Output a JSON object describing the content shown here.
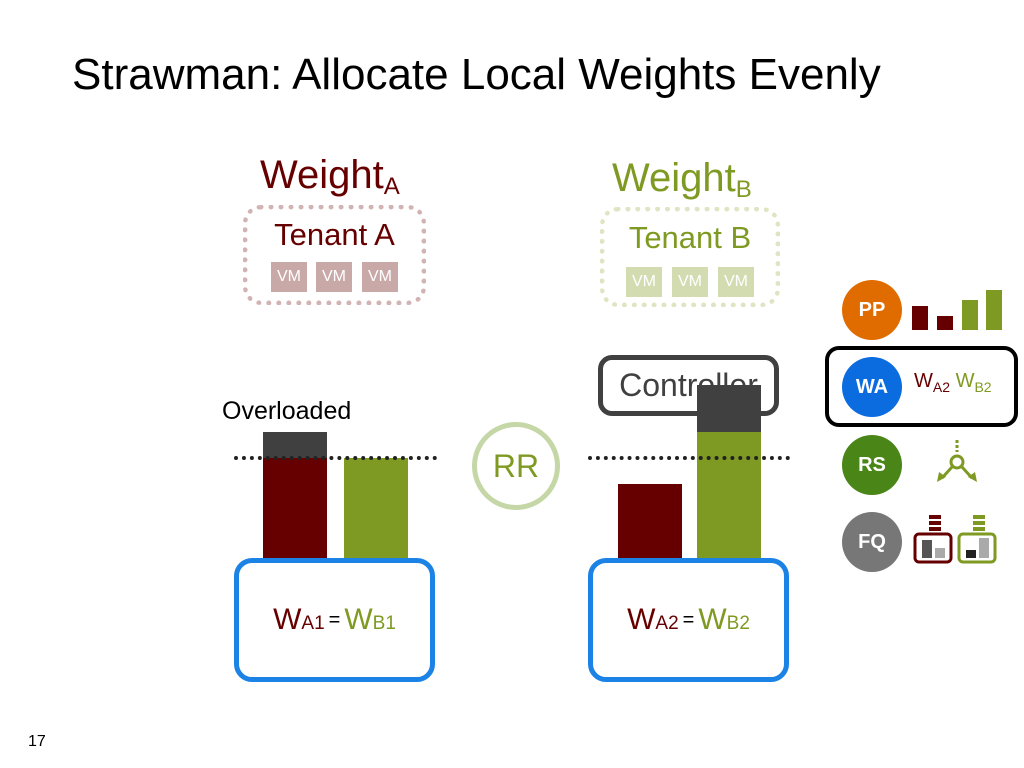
{
  "slide": {
    "title": "Strawman: Allocate Local Weights Evenly",
    "page_number": "17"
  },
  "colors": {
    "tenant_a": "#660000",
    "tenant_b": "#7f9a22",
    "overload": "#404040",
    "blue": "#1b82e6",
    "pp": "#e06c00",
    "wa": "#0a6cdf",
    "rs": "#4a8518",
    "fq": "#777777"
  },
  "tenant_a": {
    "weight_label": "Weight",
    "weight_sub": "A",
    "name": "Tenant A",
    "vms": [
      "VM",
      "VM",
      "VM"
    ]
  },
  "tenant_b": {
    "weight_label": "Weight",
    "weight_sub": "B",
    "name": "Tenant B",
    "vms": [
      "VM",
      "VM",
      "VM"
    ]
  },
  "left_group": {
    "overloaded_label": "Overloaded",
    "formula": {
      "w1": "W",
      "w1_sub": "A1",
      "eq": "=",
      "w2": "W",
      "w2_sub": "B1"
    }
  },
  "rr_label": "RR",
  "controller_label": "Controller",
  "right_group": {
    "formula": {
      "w1": "W",
      "w1_sub": "A2",
      "eq": "=",
      "w2": "W",
      "w2_sub": "B2"
    }
  },
  "legend": {
    "pp": "PP",
    "wa": "WA",
    "wa_text": {
      "w1": "W",
      "w1_sub": "A2",
      "w2": "W",
      "w2_sub": "B2"
    },
    "rs": "RS",
    "fq": "FQ"
  }
}
